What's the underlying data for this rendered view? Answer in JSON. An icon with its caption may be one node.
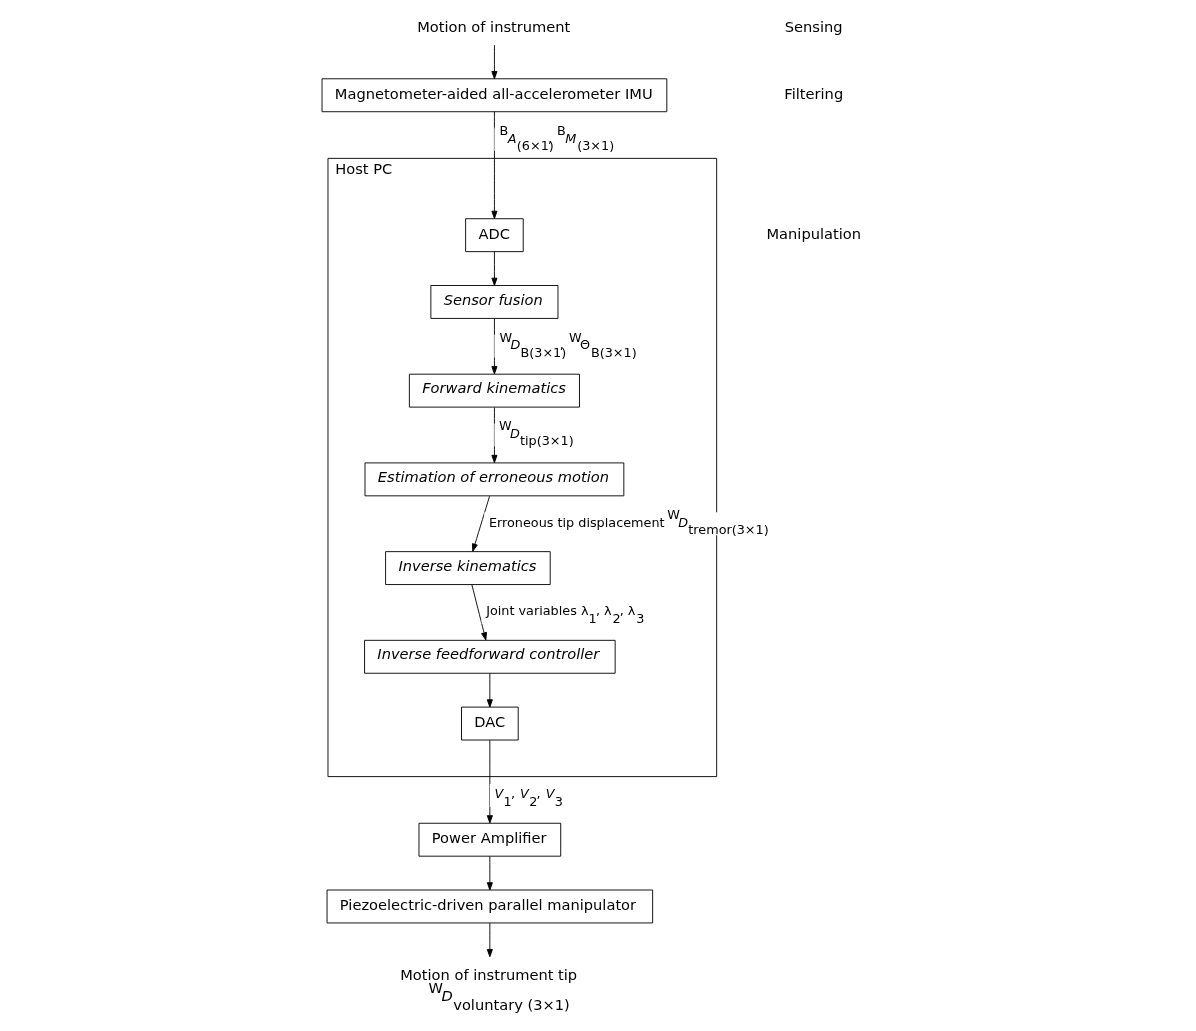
{
  "diagram": {
    "nodes": [
      {
        "text": [
          "Host PC"
        ]
      },
      {
        "text": [
          "Motion of instrument"
        ]
      },
      {
        "text": [
          "Magnetometer-aided all-accelerometer IMU"
        ]
      },
      {
        "text": [
          "ADC"
        ],
        "in": 0
      },
      {
        "text": [
          "Sensor fusion"
        ],
        "in": 0
      },
      {
        "text": [
          "Forward kinematics"
        ],
        "in": 0
      },
      {
        "text": [
          "Estimation of erroneous motion"
        ],
        "in": 0
      },
      {
        "text": [
          "Inverse kinematics"
        ],
        "in": 0
      },
      {
        "text": [
          "Inverse feedforward controller"
        ],
        "in": 0
      },
      {
        "text": [
          "DAC"
        ],
        "in": 0
      },
      {
        "text": [
          "Power Amplifier"
        ]
      },
      {
        "text": [
          "Piezoelectric-driven parallel manipulator"
        ]
      },
      {
        "text": [
          "Motion of instrument tip",
          "$^{W}$*D*$_{voluntary (3×1)}$"
        ]
      }
    ],
    "edges": [
      {
        "from": 1,
        "to": 2,
        "arrow": "to"
      },
      {
        "from": 2,
        "to": 3,
        "arrow": "to",
        "label": "$^{B}$*A*$_{(6×1)}$, $^{B}$*M*$_{(3×1)}$"
      },
      {
        "from": 3,
        "to": 4,
        "arrow": "to"
      },
      {
        "from": 4,
        "to": 5,
        "arrow": "to",
        "label": "$^{W}$*D*$_{B(3×1)}$, $^{W}$Θ$_{B(3×1)}$"
      },
      {
        "from": 5,
        "to": 6,
        "arrow": "to",
        "label": "$^{W}$*D*$_{tip(3×1)}$"
      },
      {
        "from": 6,
        "to": 7,
        "arrow": "to",
        "label": "Erroneous tip displacement $^{W}$*D*$_{tremor(3×1)}$"
      },
      {
        "from": 7,
        "to": 8,
        "arrow": "to",
        "label": "Joint variables λ$_{1}$, λ$_{2}$, λ$_{3}$"
      },
      {
        "from": 8,
        "to": 9,
        "arrow": "to"
      },
      {
        "from": 9,
        "to": 10,
        "arrow": "to",
        "label": "*V*$_{1}$, *V*$_{2}$, *V*$_{3}$"
      },
      {
        "from": 10,
        "to": 11,
        "arrow": "to"
      },
      {
        "from": 11,
        "to": 12,
        "arrow": "to"
      }
    ],
    "labels": [
      "Sensing",
      "Filtering",
      "Manipulation"
    ]
  }
}
